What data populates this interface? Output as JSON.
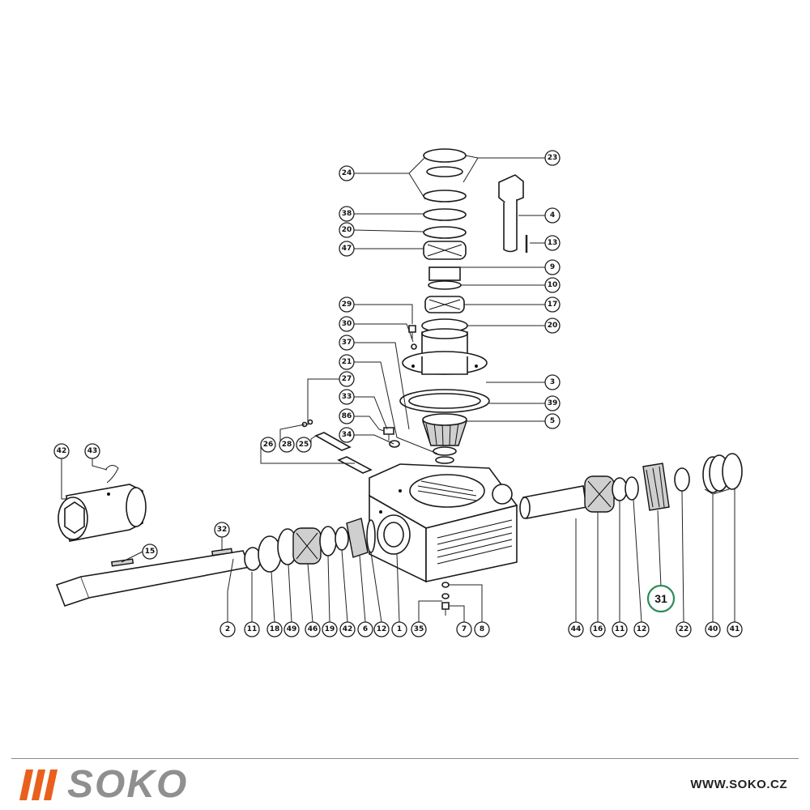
{
  "brand": {
    "name": "SOKO",
    "url": "WWW.SOKO.CZ",
    "accent_color": "#e8601c",
    "text_color": "#8f8f8f"
  },
  "diagram": {
    "highlight_color": "#2e8b57",
    "callouts": [
      "24",
      "23",
      "4",
      "38",
      "20",
      "47",
      "13",
      "9",
      "10",
      "17",
      "20",
      "29",
      "30",
      "37",
      "3",
      "21",
      "39",
      "5",
      "27",
      "33",
      "86",
      "34",
      "28",
      "25",
      "26",
      "42",
      "43",
      "15",
      "32",
      "2",
      "11",
      "18",
      "49",
      "46",
      "19",
      "42",
      "6",
      "12",
      "1",
      "35",
      "7",
      "8",
      "44",
      "16",
      "11",
      "12",
      "22",
      "40",
      "41",
      "31"
    ],
    "highlighted": "31"
  }
}
